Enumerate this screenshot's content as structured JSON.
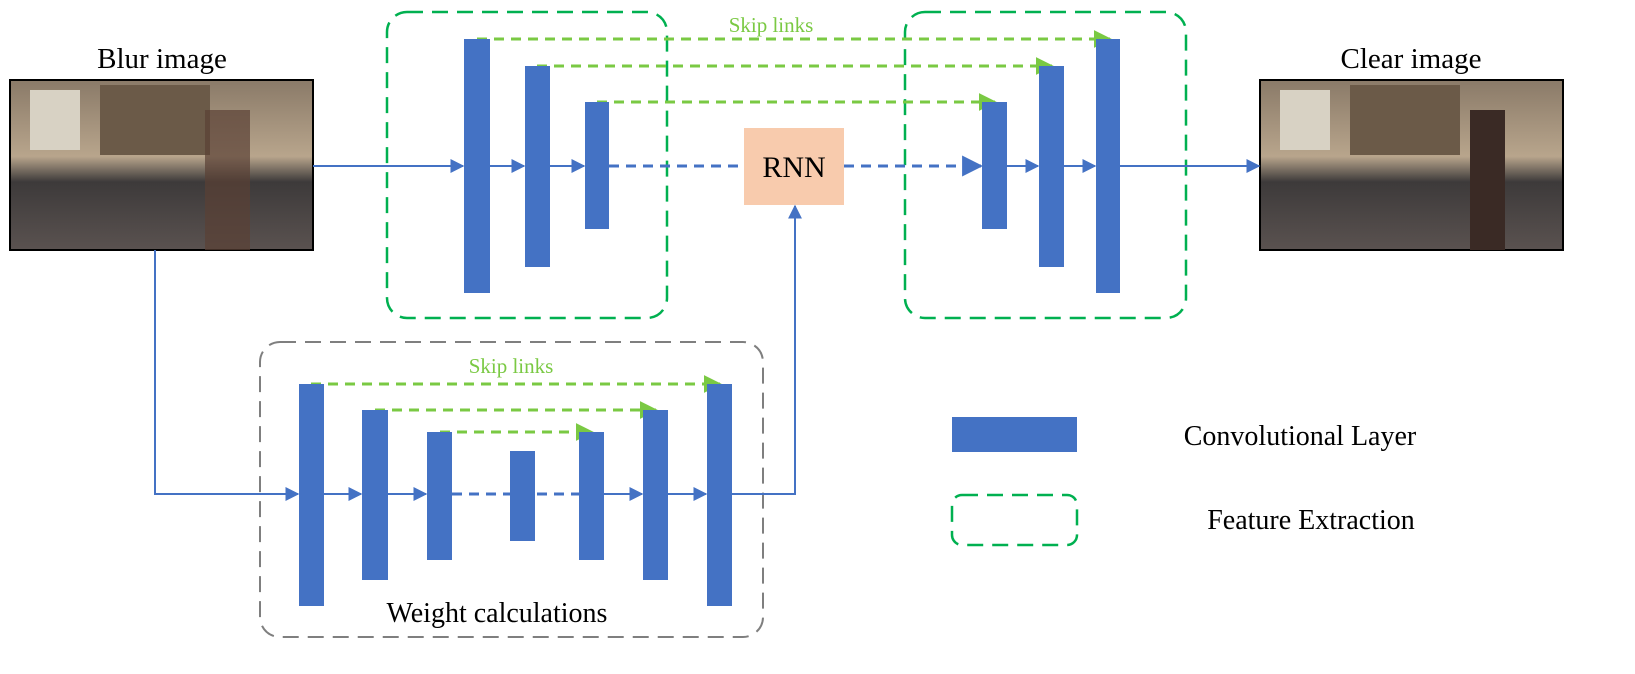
{
  "labels": {
    "input_image": "Blur image",
    "output_image": "Clear image",
    "rnn": "RNN",
    "skip_links_top": "Skip links",
    "skip_links_bottom": "Skip links",
    "weight_box": "Weight calculations"
  },
  "legend": {
    "items": [
      {
        "label": "Convolutional Layer",
        "symbol": "blue-filled-rect"
      },
      {
        "label": "Feature Extraction",
        "symbol": "green-dashed-rounded-rect"
      }
    ]
  },
  "colors": {
    "conv_layer": "#4472c4",
    "flow_arrow": "#4472c4",
    "skip_link": "#7ac943",
    "feature_box": "#00b050",
    "weight_box": "#7f7f7f",
    "rnn_box": "#f8cbad"
  }
}
